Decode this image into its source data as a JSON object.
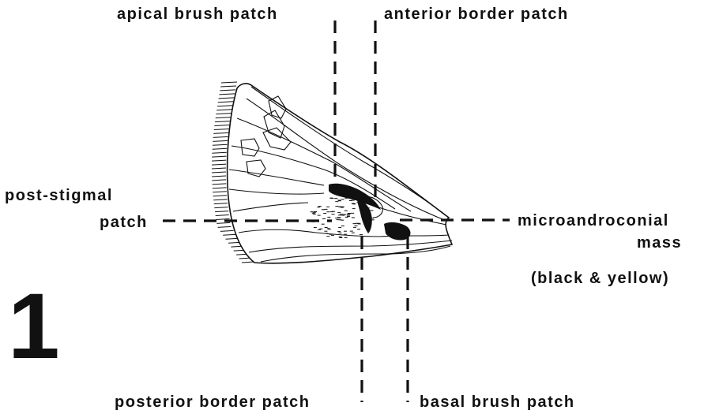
{
  "figure": {
    "number": "1",
    "labels": {
      "apical_brush_patch": "apical brush patch",
      "anterior_border_patch": "anterior border patch",
      "post_stigmal_line1": "post-stigmal",
      "post_stigmal_line2": "patch",
      "microandroconial_line1": "microandroconial",
      "microandroconial_line2": "mass",
      "microandroconial_note": "(black & yellow)",
      "posterior_border_patch": "posterior border patch",
      "basal_brush_patch": "basal brush patch"
    }
  },
  "colors": {
    "ink": "#111111",
    "background": "#ffffff"
  }
}
